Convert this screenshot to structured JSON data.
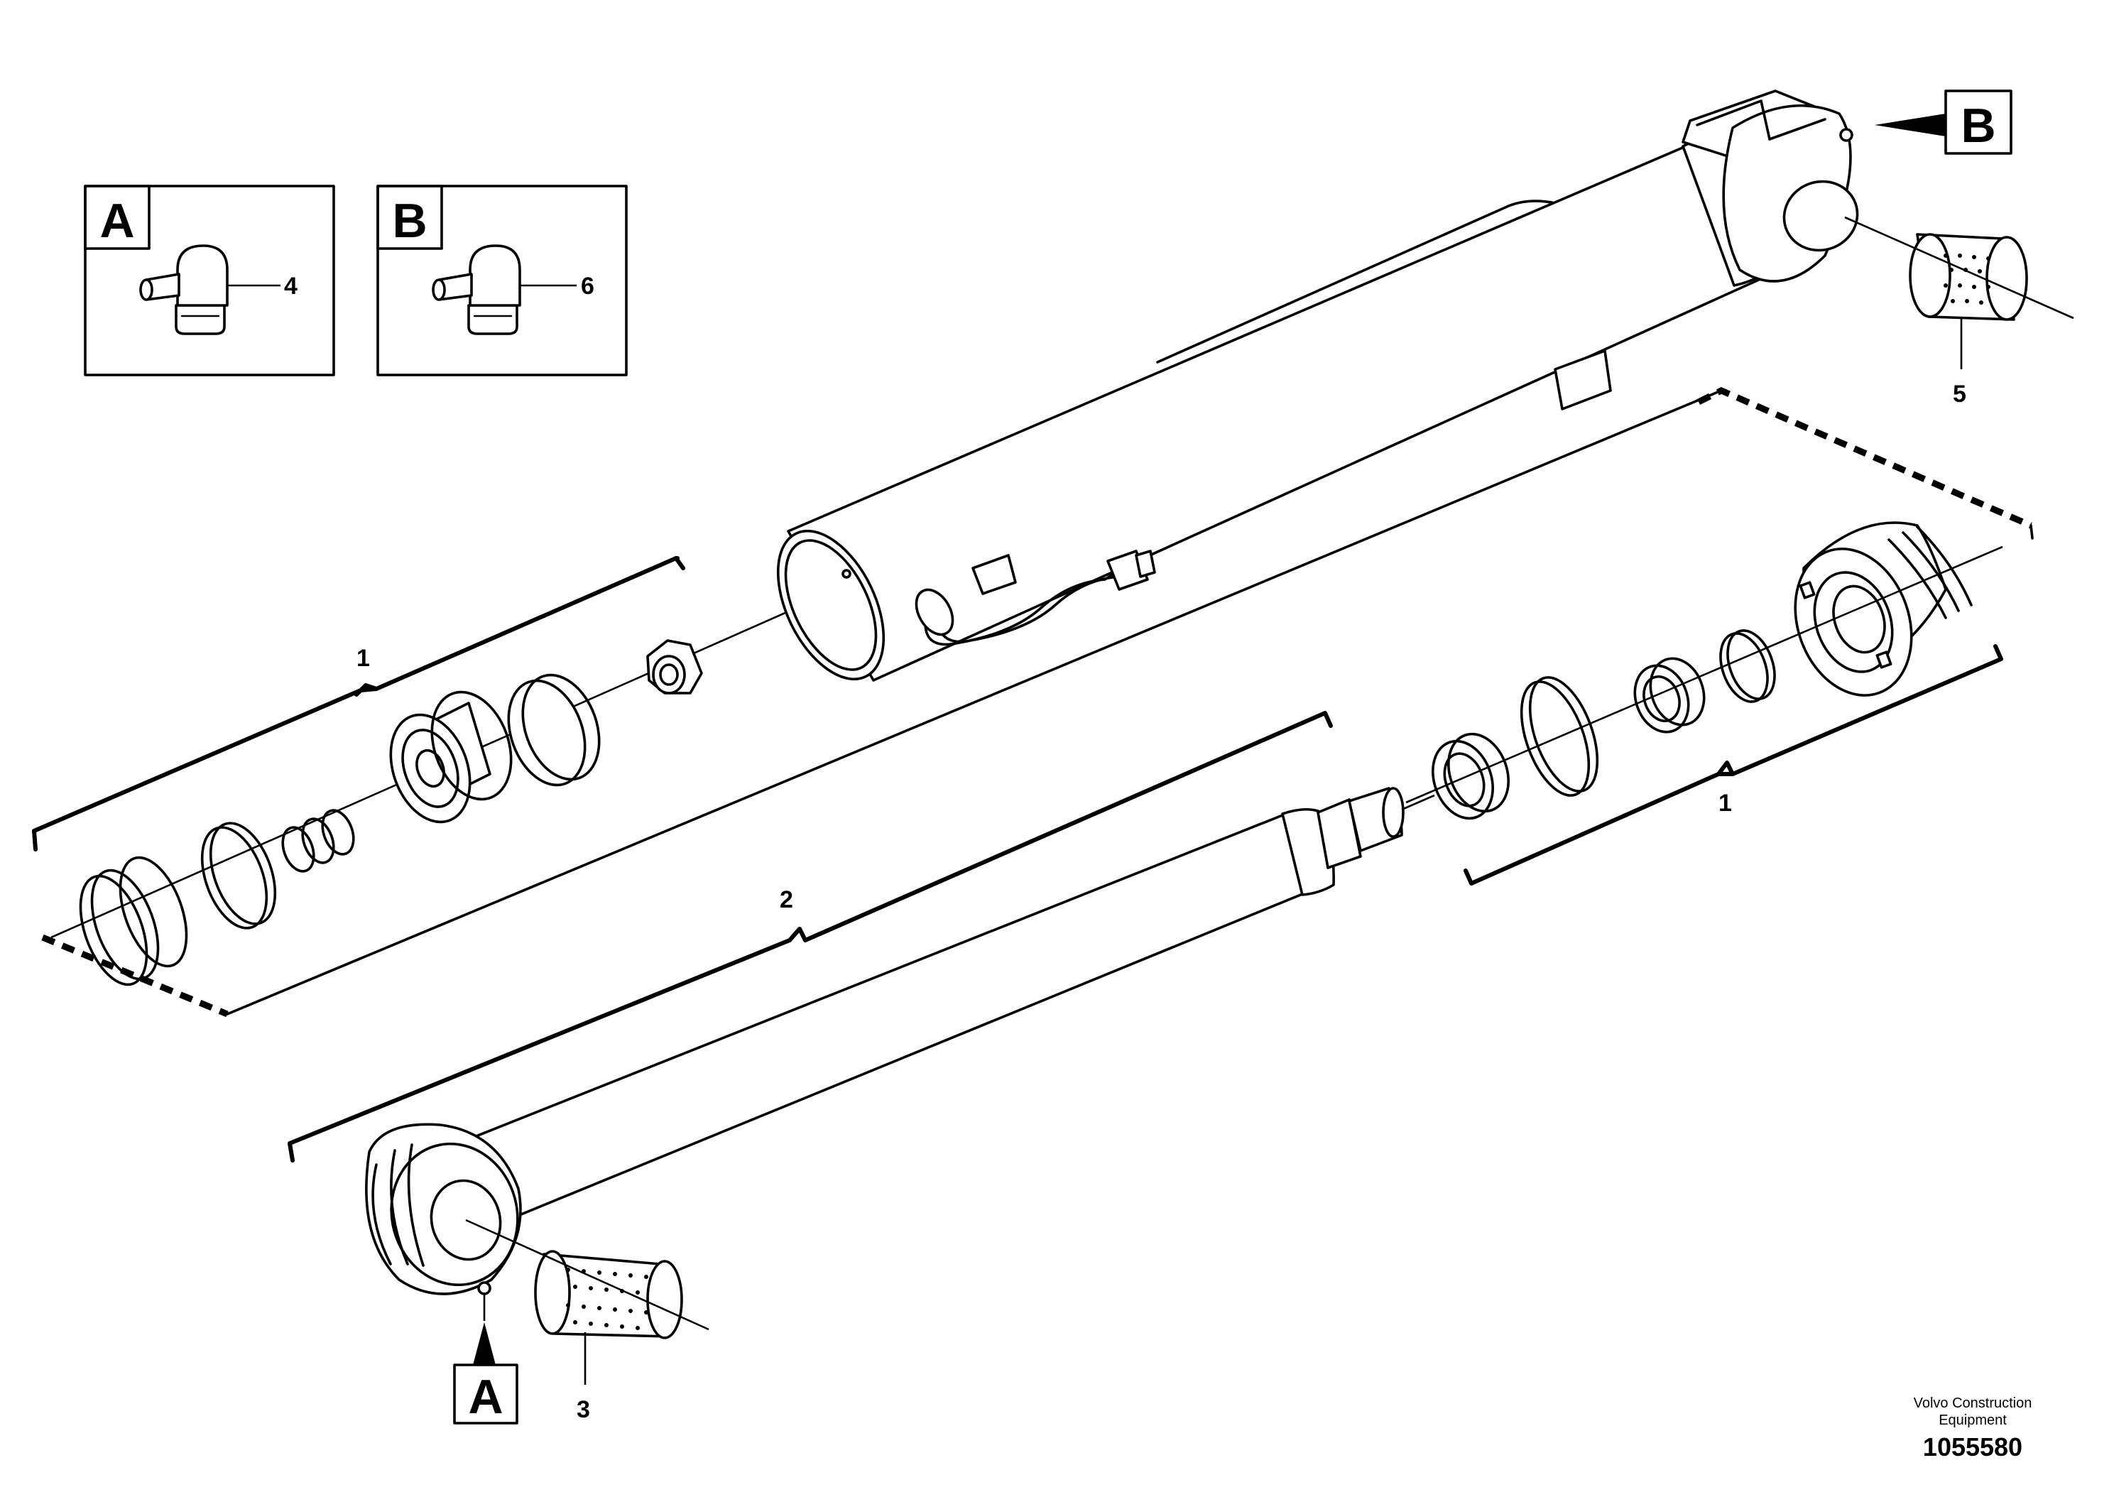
{
  "diagram": {
    "callouts": {
      "item_1_left": "1",
      "item_1_right": "1",
      "item_2": "2",
      "item_3": "3",
      "item_4": "4",
      "item_5": "5",
      "item_6": "6"
    },
    "detail_boxes": {
      "a_letter": "A",
      "b_letter": "B"
    },
    "markers": {
      "a_letter": "A",
      "b_letter": "B"
    },
    "footer": {
      "company_line1": "Volvo Construction",
      "company_line2": "Equipment",
      "drawing_number": "1055580"
    }
  }
}
